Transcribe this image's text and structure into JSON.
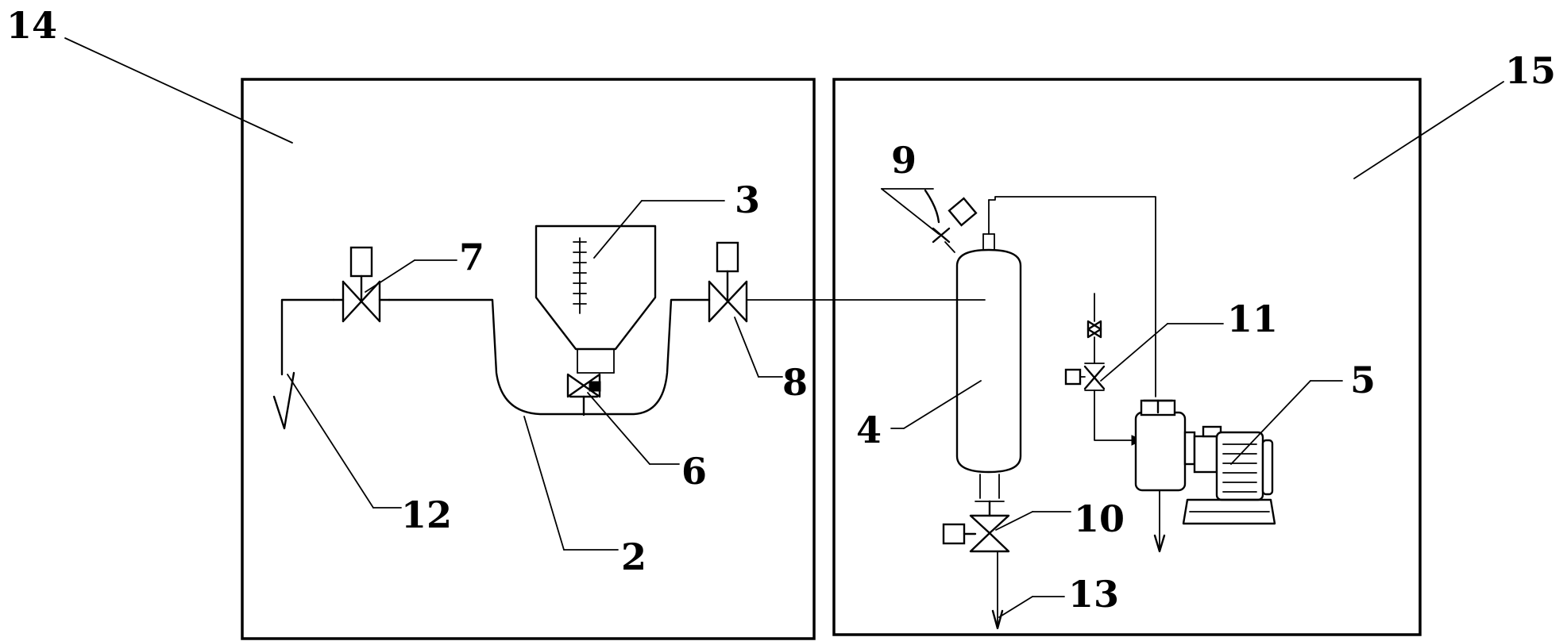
{
  "labels": {
    "l14": "14",
    "l15": "15",
    "l3": "3",
    "l7": "7",
    "l8": "8",
    "l6": "6",
    "l12": "12",
    "l2": "2",
    "l9": "9",
    "l11": "11",
    "l5": "5",
    "l4": "4",
    "l10": "10",
    "l13": "13"
  }
}
